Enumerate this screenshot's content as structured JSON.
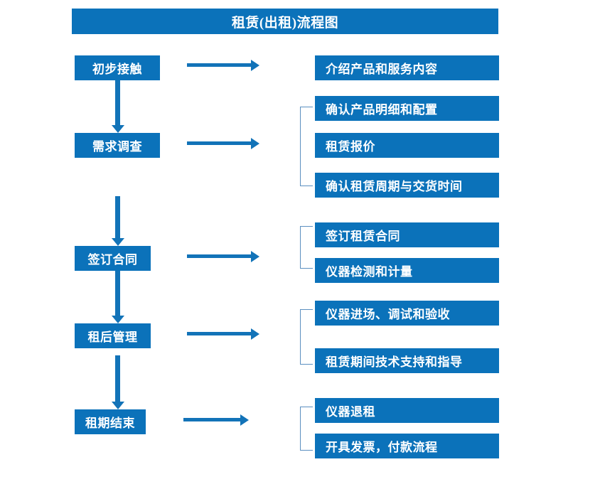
{
  "diagram": {
    "title": "租赁(出租)流程图",
    "colors": {
      "box_fill": "#0b72ba",
      "box_text": "#ffffff",
      "arrow": "#1273b8",
      "bracket": "#5b8fc0",
      "background": "#ffffff"
    },
    "stages": [
      {
        "label": "初步接触"
      },
      {
        "label": "需求调查"
      },
      {
        "label": "签订合同"
      },
      {
        "label": "租后管理"
      },
      {
        "label": "租期结束"
      }
    ],
    "details": [
      {
        "label": "介绍产品和服务内容"
      },
      {
        "label": "确认产品明细和配置"
      },
      {
        "label": "租赁报价"
      },
      {
        "label": "确认租赁周期与交货时间"
      },
      {
        "label": "签订租赁合同"
      },
      {
        "label": "仪器检测和计量"
      },
      {
        "label": "仪器进场、调试和验收"
      },
      {
        "label": "租赁期间技术支持和指导"
      },
      {
        "label": "仪器退租"
      },
      {
        "label": "开具发票，付款流程"
      }
    ]
  }
}
